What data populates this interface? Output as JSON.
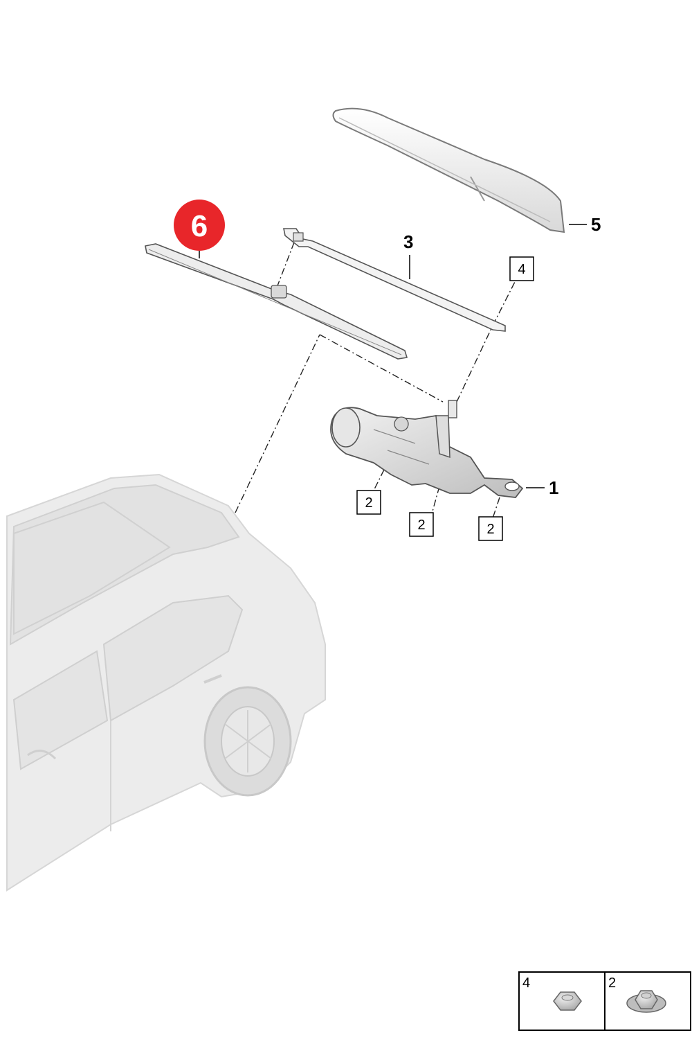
{
  "callouts": {
    "c1": "1",
    "c3": "3",
    "c5": "5",
    "c6": "6"
  },
  "boxed_refs": {
    "b4": "4",
    "b2a": "2",
    "b2b": "2",
    "b2c": "2"
  },
  "legend": [
    {
      "number": "4"
    },
    {
      "number": "2"
    }
  ],
  "colors": {
    "highlight_badge": "#e8262a",
    "car_silhouette": "#e6e6e6",
    "part_outline": "#555555"
  }
}
